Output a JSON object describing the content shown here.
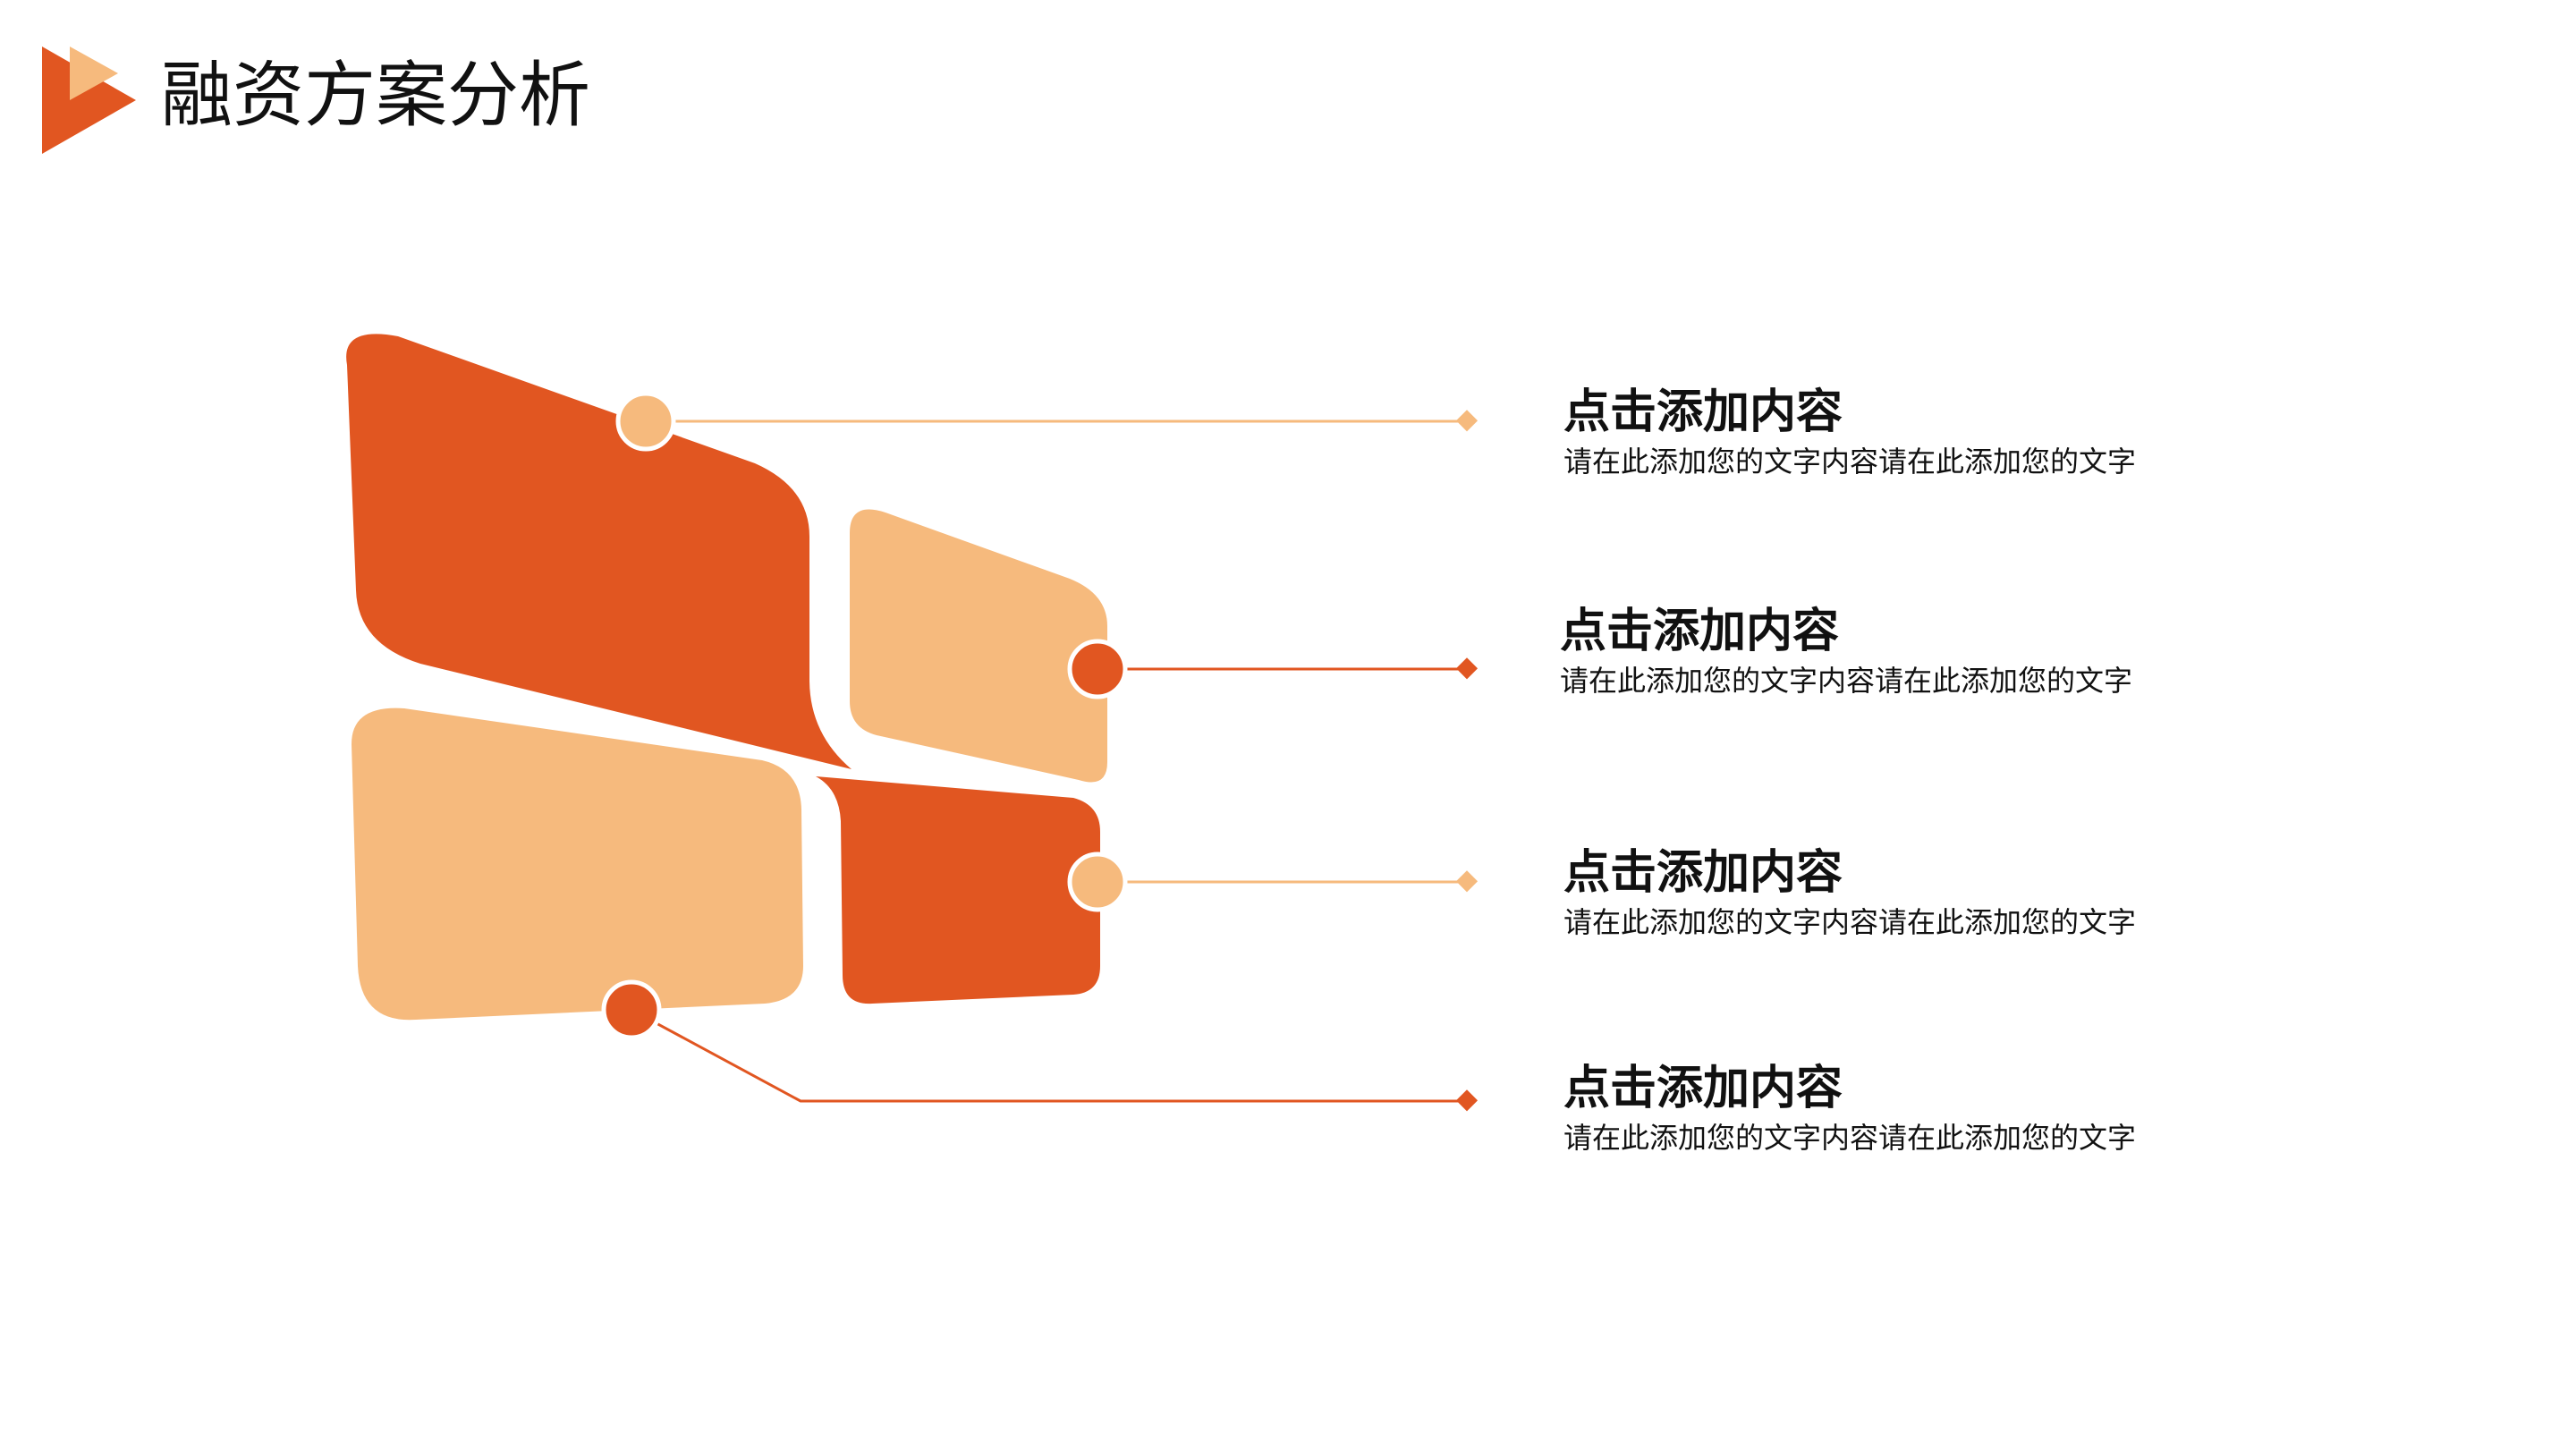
{
  "page": {
    "title": "融资方案分析"
  },
  "colors": {
    "dark_orange": "#E15621",
    "light_orange": "#F6BA7D",
    "text": "#111111",
    "background": "#FFFFFF"
  },
  "items": [
    {
      "title": "点击添加内容",
      "desc": "请在此添加您的文字内容请在此添加您的文字",
      "color": "light"
    },
    {
      "title": "点击添加内容",
      "desc": "请在此添加您的文字内容请在此添加您的文字",
      "color": "dark"
    },
    {
      "title": "点击添加内容",
      "desc": "请在此添加您的文字内容请在此添加您的文字",
      "color": "light"
    },
    {
      "title": "点击添加内容",
      "desc": "请在此添加您的文字内容请在此添加您的文字",
      "color": "dark"
    }
  ]
}
